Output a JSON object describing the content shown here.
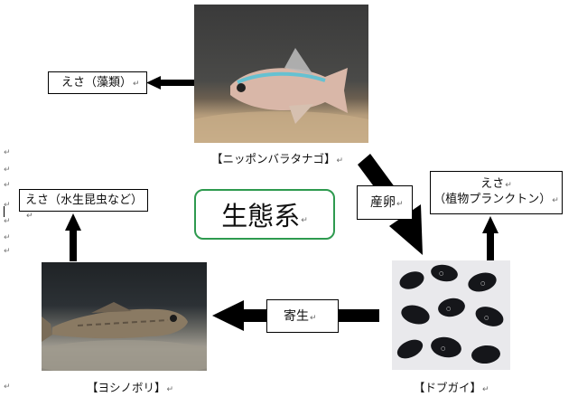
{
  "labels": {
    "food_algae": "えさ（藻類）",
    "food_insects": "えさ（水生昆虫など）",
    "food_plankton_line1": "えさ",
    "food_plankton_line2": "（植物プランクトン）",
    "spawning": "産卵",
    "parasitism": "寄生",
    "title": "生態系"
  },
  "captions": {
    "bitterling": "【ニッポンバラタナゴ】",
    "goby": "【ヨシノボリ】",
    "mussel": "【ドブガイ】"
  },
  "para_mark": "↵",
  "colors": {
    "title_border": "#2e9a4f",
    "arrow": "#000000"
  }
}
